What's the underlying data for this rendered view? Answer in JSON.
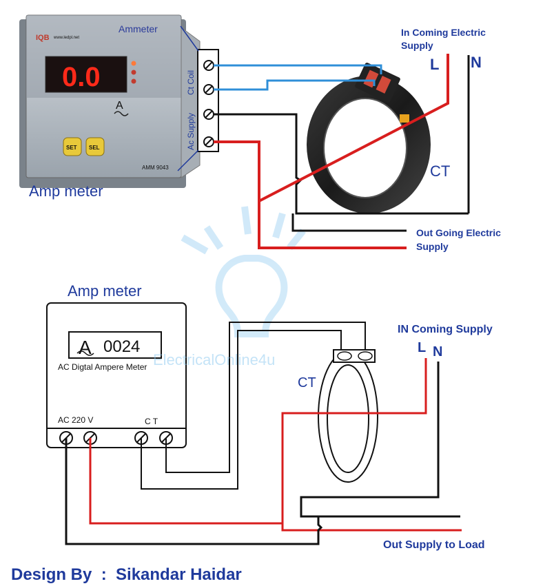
{
  "top": {
    "meter_brand": "Ammeter",
    "meter_url": "www.ledpl.net",
    "meter_display": "0.0",
    "meter_unit": "A",
    "btn_set": "SET",
    "btn_sel": "SEL",
    "meter_model": "AMM 9043",
    "terminal_ct": "Ct Coil",
    "terminal_ac": "Ac Supply",
    "amp_meter_label": "Amp meter",
    "incoming_line1": "In Coming Electric",
    "incoming_line2": "Supply",
    "L": "L",
    "N": "N",
    "ct_label": "CT",
    "outgoing_line1": "Out Going Electric",
    "outgoing_line2": "Supply"
  },
  "bottom": {
    "amp_meter_label": "Amp meter",
    "display_value": "0024",
    "display_symbol": "A",
    "meter_caption": "AC Digtal  Ampere Meter",
    "ac_label": "AC 220 V",
    "ct_terminal_label": "C T",
    "ct_label": "CT",
    "incoming": "IN Coming Supply",
    "L": "L",
    "N": "N",
    "out_supply": "Out Supply to Load"
  },
  "watermark": "ElectricalOnline4u",
  "credit": "Design By  :  Sikandar Haidar",
  "colors": {
    "label_blue": "#1f3a9c",
    "wire_red": "#d81e1e",
    "wire_blue": "#2f8fd8",
    "display_red": "#ff2a1a"
  }
}
